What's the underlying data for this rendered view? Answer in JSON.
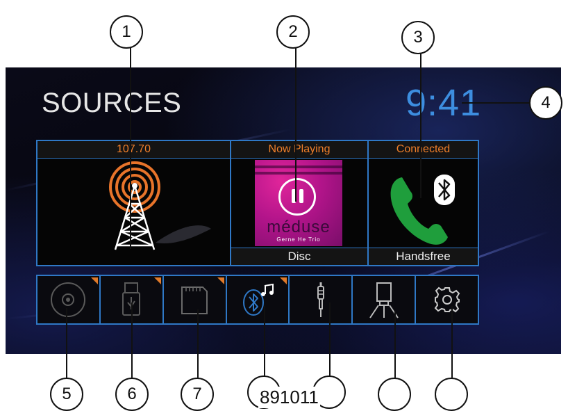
{
  "screen": {
    "title": "SOURCES",
    "clock": "9:41"
  },
  "tiles": {
    "radio": {
      "header": "107.70",
      "icon": "radio-tower-icon"
    },
    "disc": {
      "header": "Now Playing",
      "footer": "Disc",
      "album_brand": "méduse",
      "album_sub": "Gerne He Trio",
      "icon": "pause-icon"
    },
    "phone": {
      "header": "Connected",
      "footer": "Handsfree",
      "icon": "phone-bluetooth-icon"
    }
  },
  "source_bar": [
    {
      "name": "disc-source",
      "icon": "disc-icon"
    },
    {
      "name": "usb-source",
      "icon": "usb-icon"
    },
    {
      "name": "sd-card-source",
      "icon": "sd-card-icon"
    },
    {
      "name": "bluetooth-audio-source",
      "icon": "bluetooth-music-icon"
    },
    {
      "name": "aux-source",
      "icon": "aux-jack-icon"
    },
    {
      "name": "camera-source",
      "icon": "camera-icon"
    },
    {
      "name": "settings",
      "icon": "gear-icon"
    }
  ],
  "callouts": {
    "c1": "1",
    "c2": "2",
    "c3": "3",
    "c4": "4",
    "c5": "5",
    "c6": "6",
    "c7": "7",
    "bottom_group": "891011"
  },
  "colors": {
    "accent_blue": "#2f78c6",
    "header_orange": "#f07f2a",
    "clock_blue": "#3d8ee0",
    "phone_green": "#1f9e3c",
    "radio_orange": "#e8742a"
  }
}
